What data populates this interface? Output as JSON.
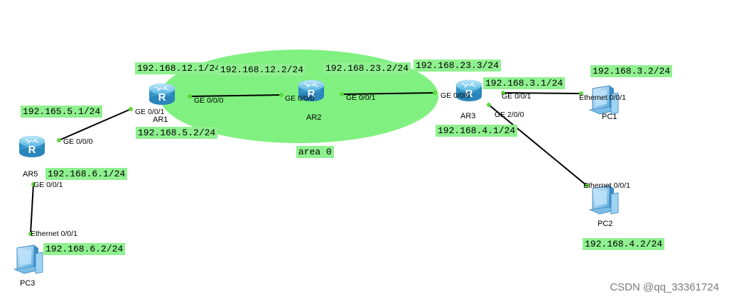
{
  "area_label": "area 0",
  "colors": {
    "area_fill": "#80f080",
    "label_bg": "#8ff08f",
    "port_dot": "#5dd63a",
    "router_body": "#3fa8d8",
    "link": "#000000"
  },
  "devices": {
    "ar1": "AR1",
    "ar2": "AR2",
    "ar3": "AR3",
    "ar5": "AR5",
    "pc1": "PC1",
    "pc2": "PC2",
    "pc3": "PC3"
  },
  "interfaces": {
    "ar1_ge001": "GE 0/0/1",
    "ar1_ge000": "GE 0/0/0",
    "ar2_ge000": "GE 0/0/0",
    "ar2_ge001": "GE 0/0/1",
    "ar3_ge000": "GE 0/0/0",
    "ar3_ge001": "GE 0/0/1",
    "ar3_ge200": "GE 2/0/0",
    "ar5_ge000": "GE 0/0/0",
    "ar5_ge001": "GE 0/0/1",
    "pc1_eth": "Ethernet 0/0/1",
    "pc2_eth": "Ethernet 0/0/1",
    "pc3_eth": "Ethernet 0/0/1"
  },
  "addresses": {
    "ar1_12": "192.168.12.1/24",
    "ar2_12": "192.168.12.2/24",
    "ar2_23": "192.168.23.2/24",
    "ar3_23": "192.168.23.3/24",
    "ar3_3": "192.168.3.1/24",
    "pc1": "192.168.3.2/24",
    "ar5_165": "192.165.5.1/24",
    "ar1_5": "192.168.5.2/24",
    "ar3_4": "192.168.4.1/24",
    "ar5_6": "192.168.6.1/24",
    "pc3": "192.168.6.2/24",
    "pc2": "192.168.4.2/24"
  },
  "watermark": "CSDN @qq_33361724"
}
